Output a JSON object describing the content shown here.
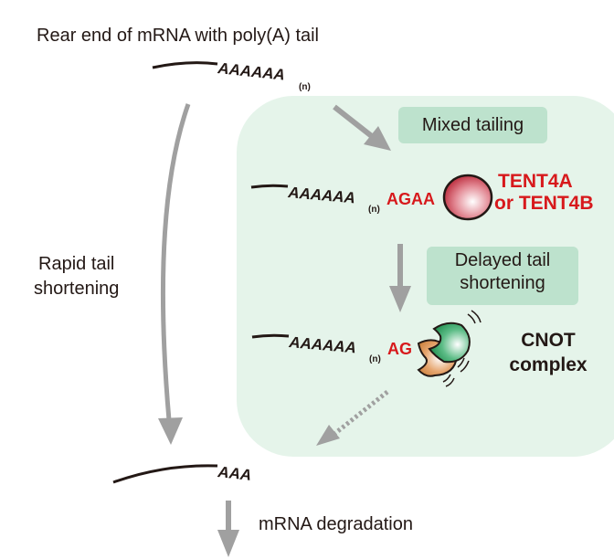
{
  "title": "Rear end of mRNA with poly(A) tail",
  "rapid_label": [
    "Rapid tail",
    "shortening"
  ],
  "steps": {
    "mixed_tailing": "Mixed tailing",
    "delayed_shortening": [
      "Delayed tail",
      "shortening"
    ],
    "degradation": "mRNA degradation"
  },
  "sequences": {
    "initial": {
      "tail": "AAAAAA",
      "subscript": "(n)"
    },
    "mixed": {
      "tail": "AAAAAA",
      "subscript": "(n)",
      "added": "AGAA"
    },
    "trimmed": {
      "tail": "AAAAAA",
      "subscript": "(n)",
      "added": "AG"
    },
    "short": {
      "tail": "AAA"
    }
  },
  "enzymes": {
    "tent4": [
      "TENT4A",
      "or TENT4B"
    ],
    "cnot": [
      "CNOT",
      "complex"
    ]
  },
  "colors": {
    "panel": "#e5f4ea",
    "tag": "#bde2cd",
    "arrow": "#a0a0a0",
    "highlight_red": "#d7191c",
    "tent4_sphere": "#c8404e",
    "cnot_green": "#2e9e5e",
    "cnot_orange": "#d98b45"
  }
}
